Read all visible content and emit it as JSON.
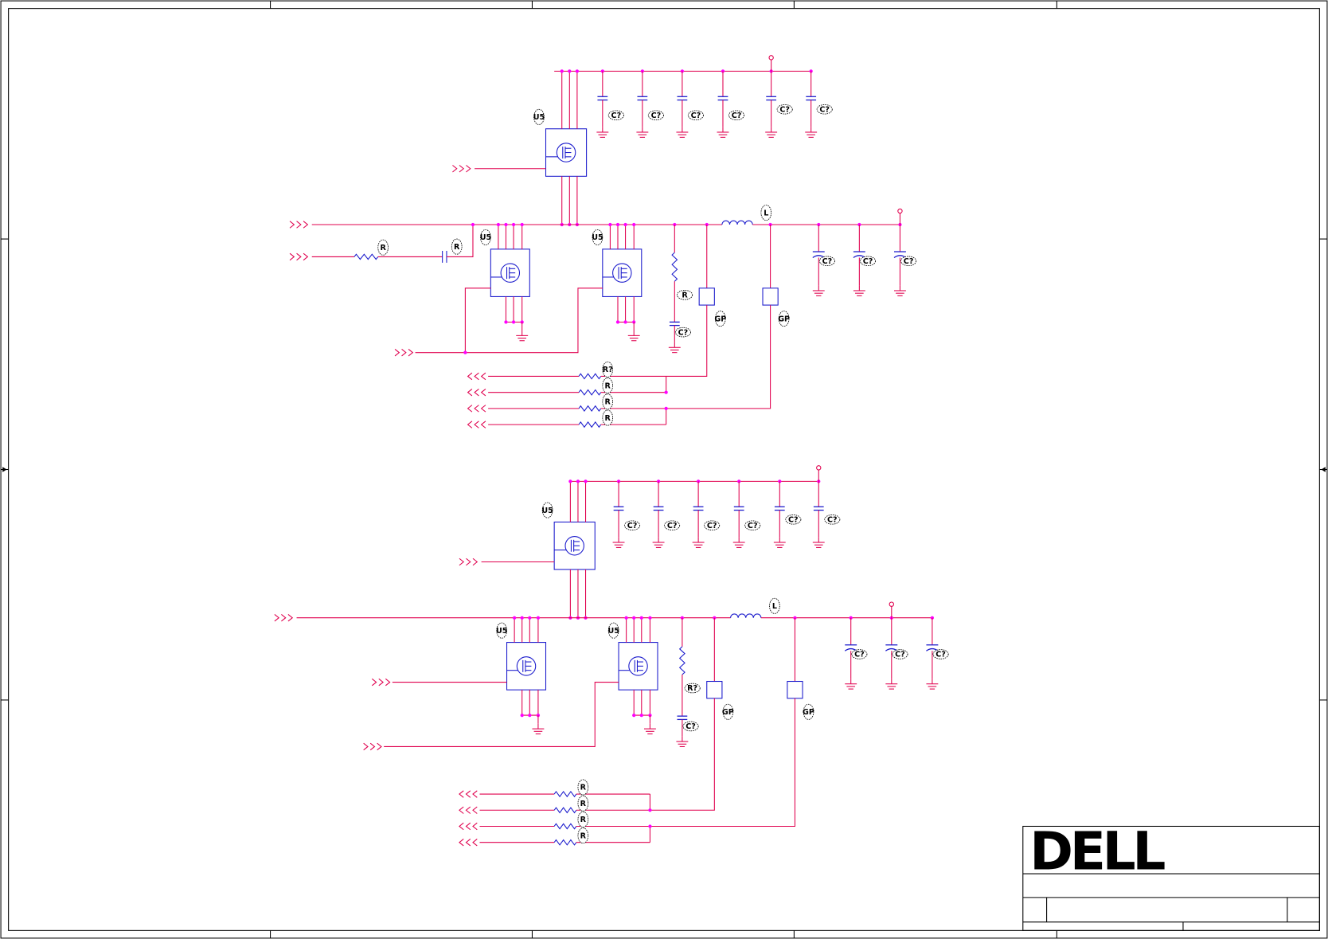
{
  "title_block": {
    "logo_alt": "DELL"
  },
  "colors": {
    "wire": "#e0004e",
    "ground": "#e0004e",
    "component": "#1a1acc",
    "junction": "#ff00ff",
    "frame": "#000000"
  },
  "sections": [
    {
      "id": "upper",
      "mosfets": [
        {
          "ref": "Q",
          "label": "U5"
        },
        {
          "ref": "Q",
          "label": "U5"
        },
        {
          "ref": "Q",
          "label": "U5"
        }
      ],
      "cap_labels": [
        "C?",
        "C?",
        "C?",
        "C?",
        "C?",
        "C?",
        "C?",
        "C?",
        "C?"
      ],
      "resistor_labels": [
        "R",
        "R?",
        "R",
        "R",
        "R",
        "R"
      ],
      "inductor_label": "L",
      "testpoint_labels": [
        "GP",
        "GP"
      ]
    },
    {
      "id": "lower",
      "mosfets": [
        {
          "ref": "Q",
          "label": "U5"
        },
        {
          "ref": "Q",
          "label": "U5"
        },
        {
          "ref": "Q",
          "label": "U5"
        }
      ],
      "cap_labels": [
        "C?",
        "C?",
        "C?",
        "C?",
        "C?",
        "C?",
        "C?",
        "C?",
        "C?"
      ],
      "resistor_labels": [
        "R?",
        "R",
        "R",
        "R",
        "R"
      ],
      "inductor_label": "L",
      "testpoint_labels": [
        "GP",
        "GP"
      ]
    }
  ]
}
